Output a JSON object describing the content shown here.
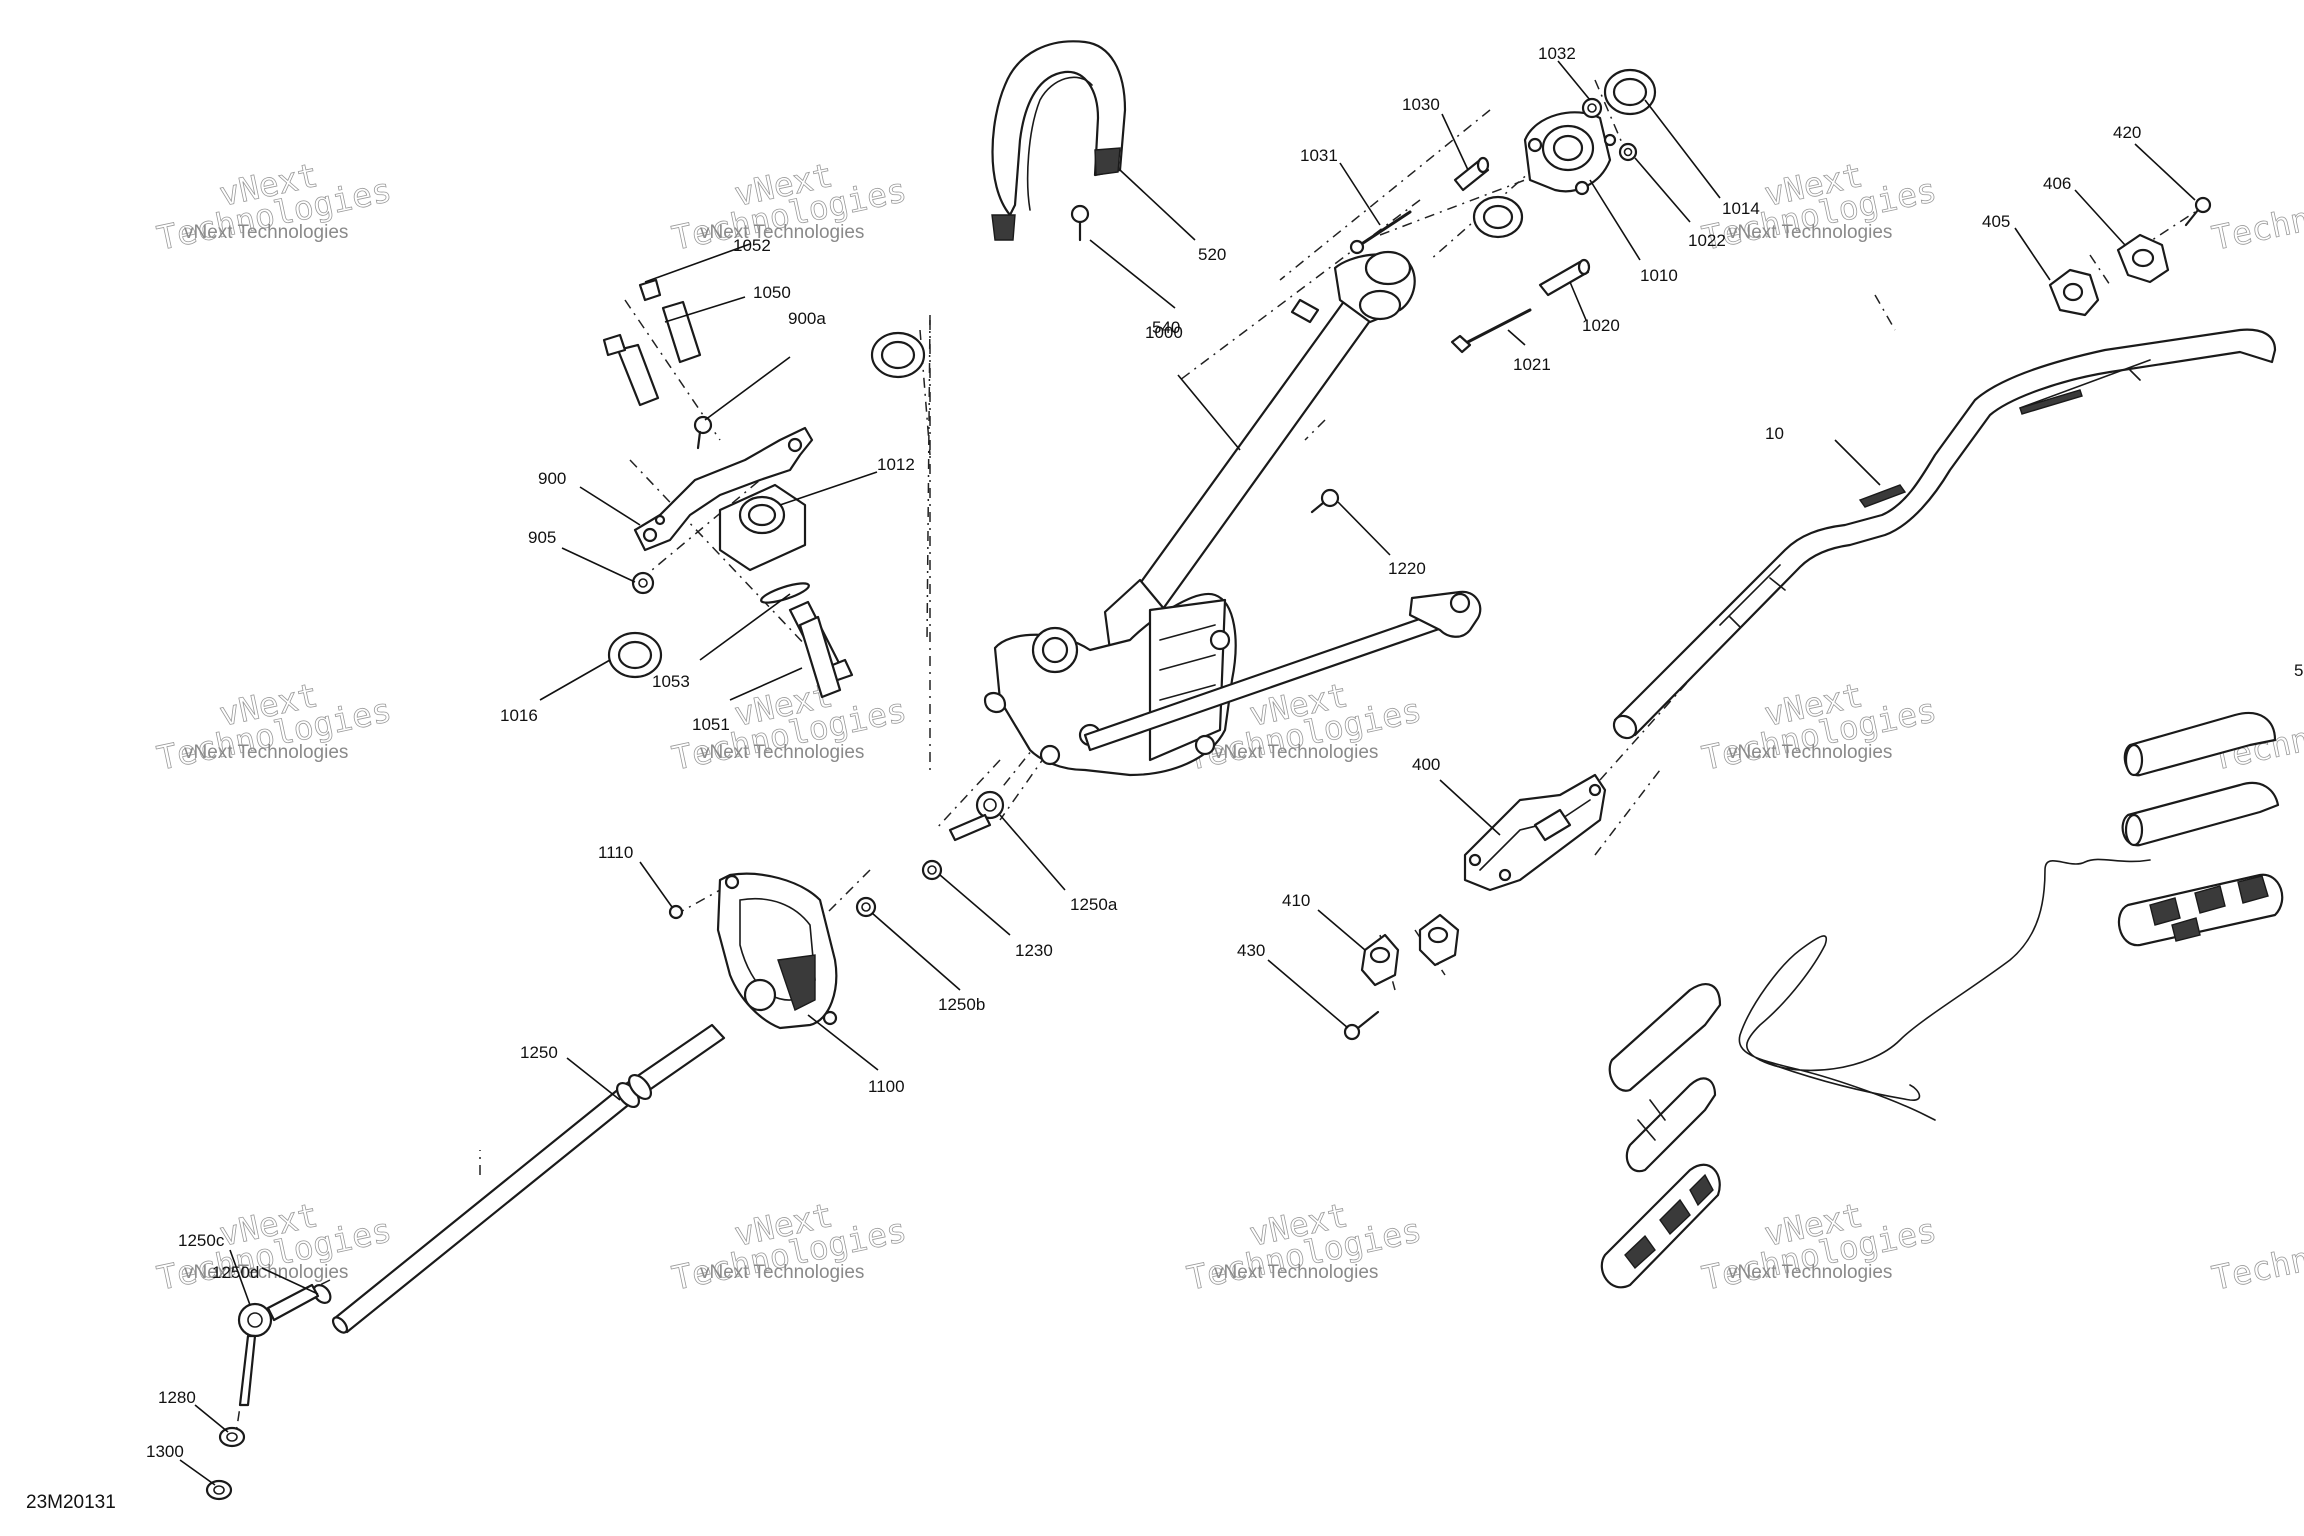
{
  "diagram": {
    "id": "23M20131",
    "callouts": [
      {
        "id": "c-10",
        "label": "10"
      },
      {
        "id": "c-400",
        "label": "400"
      },
      {
        "id": "c-405",
        "label": "405"
      },
      {
        "id": "c-406",
        "label": "406"
      },
      {
        "id": "c-410",
        "label": "410"
      },
      {
        "id": "c-420",
        "label": "420"
      },
      {
        "id": "c-430",
        "label": "430"
      },
      {
        "id": "c-520",
        "label": "520"
      },
      {
        "id": "c-540",
        "label": "540"
      },
      {
        "id": "c-900",
        "label": "900"
      },
      {
        "id": "c-900a",
        "label": "900a"
      },
      {
        "id": "c-905",
        "label": "905"
      },
      {
        "id": "c-1000",
        "label": "1000"
      },
      {
        "id": "c-1010",
        "label": "1010"
      },
      {
        "id": "c-1012",
        "label": "1012"
      },
      {
        "id": "c-1014",
        "label": "1014"
      },
      {
        "id": "c-1016",
        "label": "1016"
      },
      {
        "id": "c-1020",
        "label": "1020"
      },
      {
        "id": "c-1021",
        "label": "1021"
      },
      {
        "id": "c-1022",
        "label": "1022"
      },
      {
        "id": "c-1030",
        "label": "1030"
      },
      {
        "id": "c-1031",
        "label": "1031"
      },
      {
        "id": "c-1032",
        "label": "1032"
      },
      {
        "id": "c-1050",
        "label": "1050"
      },
      {
        "id": "c-1051",
        "label": "1051"
      },
      {
        "id": "c-1052",
        "label": "1052"
      },
      {
        "id": "c-1053",
        "label": "1053"
      },
      {
        "id": "c-1100",
        "label": "1100"
      },
      {
        "id": "c-1110",
        "label": "1110"
      },
      {
        "id": "c-1220",
        "label": "1220"
      },
      {
        "id": "c-1230",
        "label": "1230"
      },
      {
        "id": "c-1250",
        "label": "1250"
      },
      {
        "id": "c-1250a",
        "label": "1250a"
      },
      {
        "id": "c-1250b",
        "label": "1250b"
      },
      {
        "id": "c-1250c",
        "label": "1250c"
      },
      {
        "id": "c-1250d",
        "label": "1250d"
      },
      {
        "id": "c-1280",
        "label": "1280"
      },
      {
        "id": "c-1300",
        "label": "1300"
      },
      {
        "id": "c-edge-top",
        "label": "5"
      }
    ],
    "watermark": {
      "line1": "vNext Technologies",
      "line2": "vNext",
      "line3": "Technologies"
    }
  }
}
